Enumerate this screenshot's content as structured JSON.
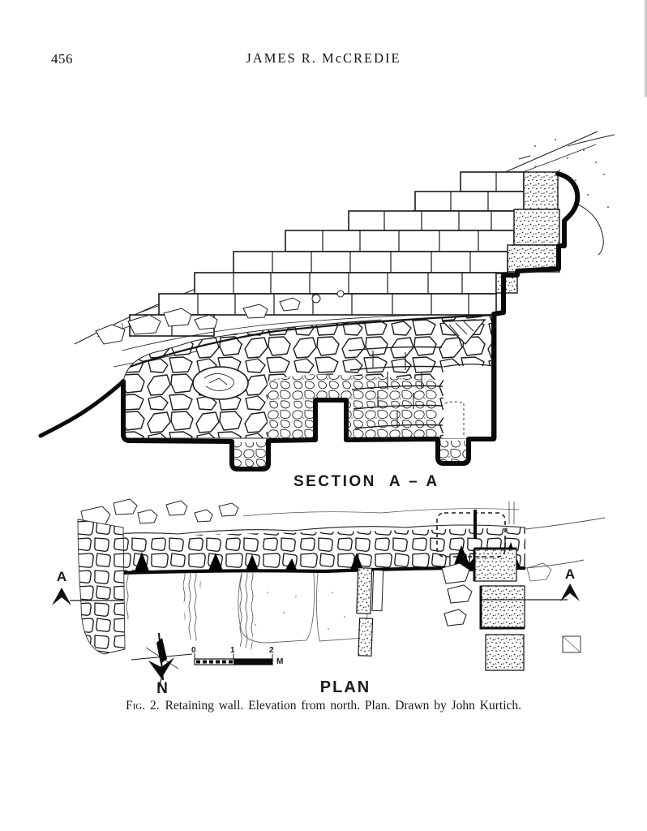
{
  "page": {
    "number": "456",
    "running_head": "JAMES R. McCREDIE"
  },
  "figure": {
    "section_label": {
      "word": "SECTION",
      "markers": "A – A"
    },
    "plan_label": "PLAN",
    "north_label": "N",
    "marker_left": "A",
    "marker_right": "A",
    "scale_bar": {
      "tick0": "0",
      "tick1": "1",
      "tick2": "2",
      "unit": "M"
    },
    "caption": {
      "label": "Fig. 2.",
      "text": "Retaining wall. Elevation from north. Plan. Drawn by John Kurtich."
    }
  }
}
